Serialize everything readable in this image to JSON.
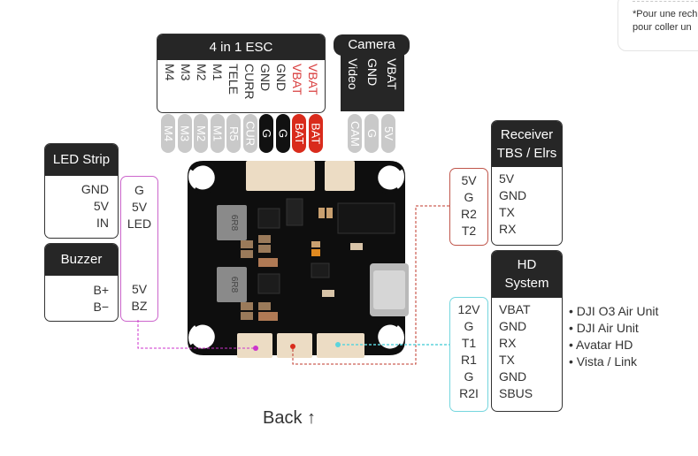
{
  "side_panel": {
    "note_line1": "*Pour une rech",
    "note_line2": "pour coller un"
  },
  "esc": {
    "title": "4 in 1 ESC",
    "pins": [
      {
        "label": "M4",
        "color": "normal",
        "pad": "M4",
        "pad_color": "grey"
      },
      {
        "label": "M3",
        "color": "normal",
        "pad": "M3",
        "pad_color": "grey"
      },
      {
        "label": "M2",
        "color": "normal",
        "pad": "M2",
        "pad_color": "grey"
      },
      {
        "label": "M1",
        "color": "normal",
        "pad": "M1",
        "pad_color": "grey"
      },
      {
        "label": "TELE",
        "color": "normal",
        "pad": "R5",
        "pad_color": "grey"
      },
      {
        "label": "CURR",
        "color": "normal",
        "pad": "CUR",
        "pad_color": "grey"
      },
      {
        "label": "GND",
        "color": "normal",
        "pad": "G",
        "pad_color": "black"
      },
      {
        "label": "GND",
        "color": "normal",
        "pad": "G",
        "pad_color": "black"
      },
      {
        "label": "VBAT",
        "color": "red",
        "pad": "BAT",
        "pad_color": "red"
      },
      {
        "label": "VBAT",
        "color": "red",
        "pad": "BAT",
        "pad_color": "red"
      }
    ]
  },
  "camera": {
    "title": "Camera",
    "pins": [
      {
        "label": "Video",
        "pad": "CAM"
      },
      {
        "label": "GND",
        "pad": "G"
      },
      {
        "label": "VBAT",
        "pad": "5V"
      }
    ]
  },
  "led_strip": {
    "title": "LED Strip",
    "device_pins": [
      "GND",
      "5V",
      "IN"
    ],
    "board_pins": [
      "G",
      "5V",
      "LED"
    ]
  },
  "buzzer": {
    "title": "Buzzer",
    "device_pins": [
      "B+",
      "B−"
    ],
    "board_pins": [
      "5V",
      "BZ"
    ]
  },
  "receiver": {
    "title_line1": "Receiver",
    "title_line2": "TBS / Elrs",
    "board_pins": [
      "5V",
      "G",
      "R2",
      "T2"
    ],
    "device_pins": [
      "5V",
      "GND",
      "TX",
      "RX"
    ]
  },
  "hd_system": {
    "title_line1": "HD",
    "title_line2": "System",
    "board_pins": [
      "12V",
      "G",
      "T1",
      "R1",
      "G",
      "R2I"
    ],
    "device_pins": [
      "VBAT",
      "GND",
      "RX",
      "TX",
      "GND",
      "SBUS"
    ],
    "compatible": [
      "• DJI O3 Air Unit",
      "• DJI Air Unit",
      "• Avatar HD",
      "• Vista / Link"
    ]
  },
  "board": {
    "inductor_1": "6R8",
    "inductor_2": "6R8"
  },
  "colors": {
    "header_dark": "#262626",
    "red_accent": "#d92b1c",
    "led_line": "#cc33cc",
    "rx_line": "#c0392b",
    "hd_line": "#5dd4dc",
    "grey_pad": "#c9c9c9"
  },
  "footer": {
    "back_label": "Back ↑"
  }
}
